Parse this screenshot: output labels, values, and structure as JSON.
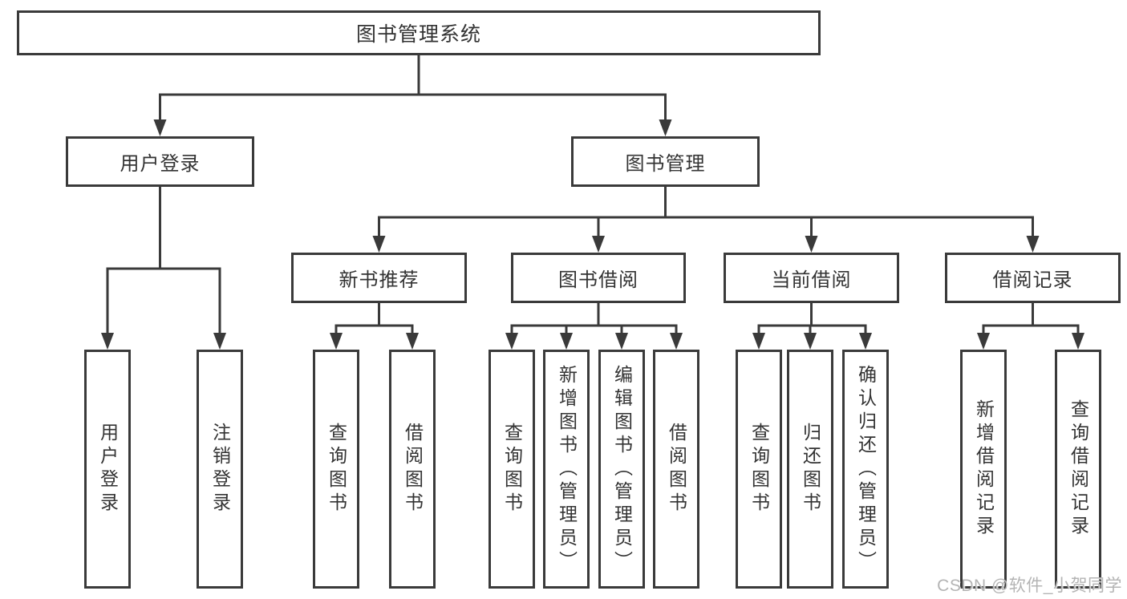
{
  "diagram_type": "hierarchy-tree",
  "colors": {
    "line": "#3a3a3a",
    "box_border": "#3a3a3a",
    "text": "#333333",
    "background": "#ffffff",
    "watermark": "#b4b4b4"
  },
  "tree": {
    "label": "图书管理系统",
    "children": [
      {
        "label": "用户登录",
        "children": [
          {
            "label": "用户登录"
          },
          {
            "label": "注销登录"
          }
        ]
      },
      {
        "label": "图书管理",
        "children": [
          {
            "label": "新书推荐",
            "children": [
              {
                "label": "查询图书"
              },
              {
                "label": "借阅图书"
              }
            ]
          },
          {
            "label": "图书借阅",
            "children": [
              {
                "label": "查询图书"
              },
              {
                "label": "新增图书（管理员）"
              },
              {
                "label": "编辑图书（管理员）"
              },
              {
                "label": "借阅图书"
              }
            ]
          },
          {
            "label": "当前借阅",
            "children": [
              {
                "label": "查询图书"
              },
              {
                "label": "归还图书"
              },
              {
                "label": "确认归还（管理员）"
              }
            ]
          },
          {
            "label": "借阅记录",
            "children": [
              {
                "label": "新增借阅记录"
              },
              {
                "label": "查询借阅记录"
              }
            ]
          }
        ]
      }
    ]
  },
  "watermark": {
    "text": "CSDN @软件_小贺同学"
  }
}
